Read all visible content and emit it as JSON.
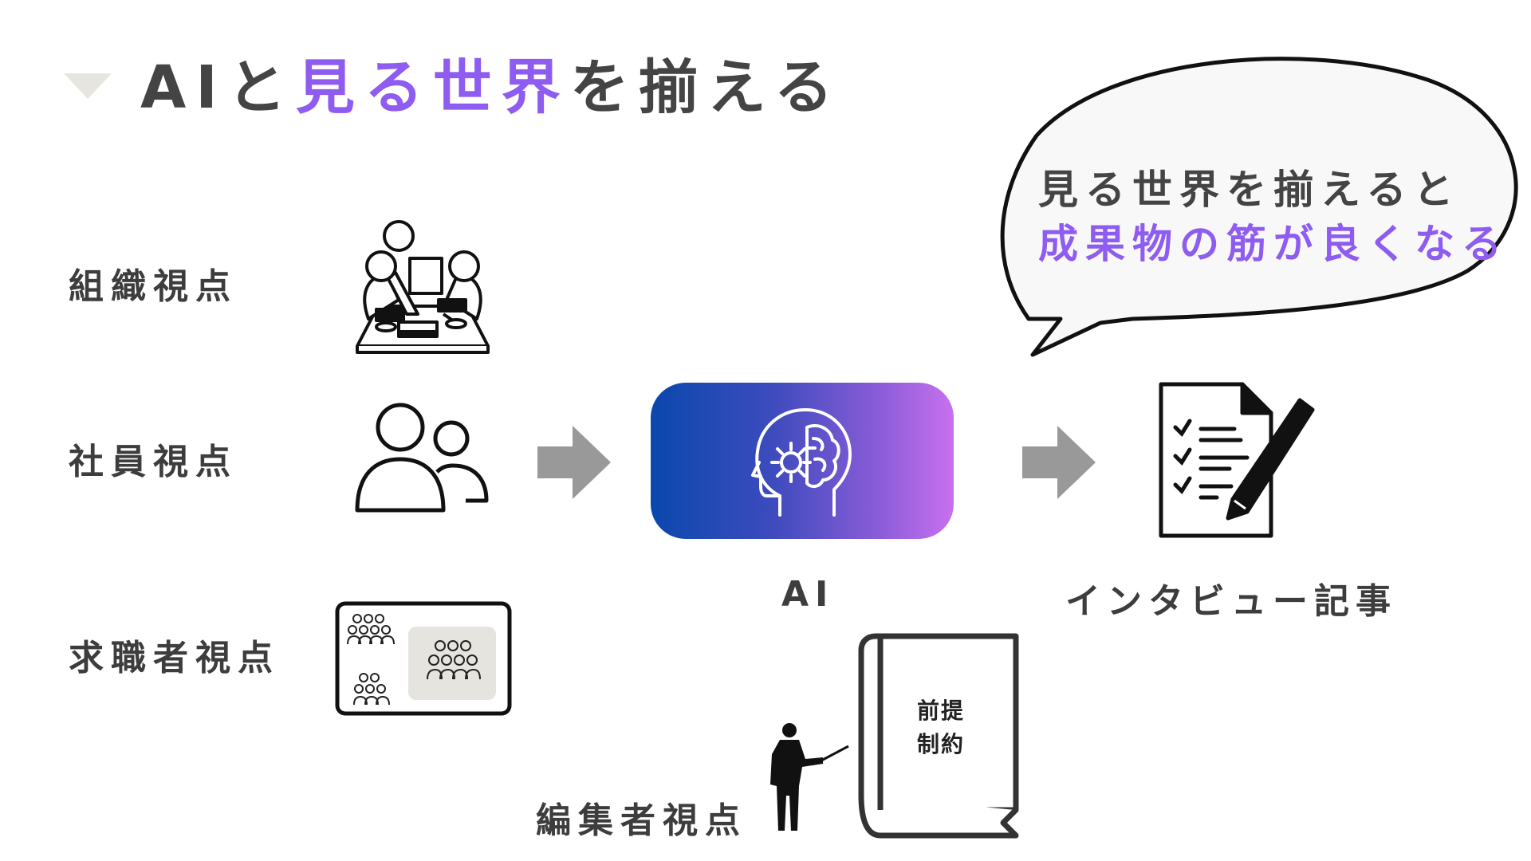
{
  "title": {
    "prefix": "AIと",
    "highlight": "見る世界",
    "suffix": "を揃える"
  },
  "perspectives": {
    "org": "組織視点",
    "employee": "社員視点",
    "jobseeker": "求職者視点",
    "editor": "編集者視点"
  },
  "ai": {
    "label": "AI"
  },
  "output": {
    "label": "インタビュー記事"
  },
  "bubble": {
    "line1": "見る世界を揃えると",
    "line2": "成果物の筋が良くなる"
  },
  "book": {
    "line1": "前提",
    "line2": "制約"
  },
  "colors": {
    "accent": "#8e5cf0",
    "text": "#444444",
    "arrow": "#999999",
    "gradient_start": "#0a48ad",
    "gradient_end": "#c870ee"
  }
}
